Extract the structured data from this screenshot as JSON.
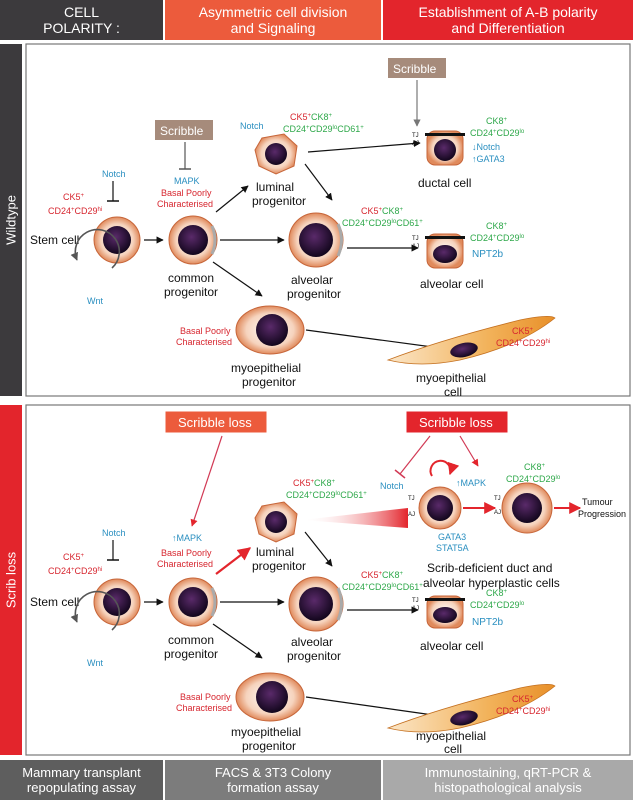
{
  "header": {
    "cell_polarity": [
      "CELL",
      "POLARITY :"
    ],
    "asym": [
      "Asymmetric cell  division",
      "and Signaling"
    ],
    "ab": [
      "Establishment of A-B polarity",
      "and Differentiation"
    ]
  },
  "side": {
    "wildtype": "Wildtype",
    "scrib_loss": "Scrib loss"
  },
  "footer": {
    "mammary": [
      "Mammary transplant",
      "repopulating assay"
    ],
    "facs": [
      "FACS & 3T3 Colony",
      "formation assay"
    ],
    "immuno": [
      "Immunostaining, qRT-PCR &",
      "histopathological analysis"
    ]
  },
  "colors": {
    "dark": "#3c3a3d",
    "orange": "#ec5b3c",
    "red": "#e3252c",
    "grey1": "#5e5e5e",
    "grey2": "#7c7c7c",
    "grey3": "#a9a9a9",
    "scribble_box": "#a68b7b"
  },
  "wt": {
    "notch": "Notch",
    "ck5": "CK5",
    "sup_plus": "+",
    "cd24cd29": "CD24",
    "sup_hi": "hi",
    "cd29": "CD29",
    "stem_cell": "Stem cell",
    "wnt": "Wnt",
    "scribble": "Scribble",
    "mapk": "MAPK",
    "basal_poorly": "Basal Poorly",
    "characterised": "Characterised",
    "common": "common",
    "progenitor": "progenitor",
    "notch2": "Notch",
    "lum_m1": "CK5",
    "lum_m2": "CK8",
    "lum_m3": "CD24",
    "lum_m4": "CD29",
    "lum_m5": "CD61",
    "sup_lo": "lo",
    "luminal": "luminal",
    "alv_m1": "CK5",
    "alv_m2": "CK8",
    "alveolar": "alveolar",
    "ductal_cell": "ductal cell",
    "duct_ck8": "CK8",
    "duct_cd": "CD24",
    "duct_cd29": "CD29",
    "tj": "TJ",
    "aj": "AJ",
    "notch_down": "↓Notch",
    "gata3_up": "↑GATA3",
    "npt2b": "NPT2b",
    "alveolar_cell": "alveolar cell",
    "myo_prog1": "myoepithelial",
    "myo_prog2": "progenitor",
    "myo_cell1": "myoepithelial",
    "myo_cell2": "cell"
  },
  "sl": {
    "scribble_loss": "Scribble loss",
    "scribble_loss2": "Scribble loss",
    "mapk_up": "↑MAPK",
    "mapk_up2": "↑MAPK",
    "gata3": "GATA3",
    "stat5a": "STAT5A",
    "tumour1": "Tumour",
    "tumour2": "Progression",
    "scrib_def1": "Scrib-deficient duct and",
    "scrib_def2": "alveolar hyperplastic cells"
  }
}
